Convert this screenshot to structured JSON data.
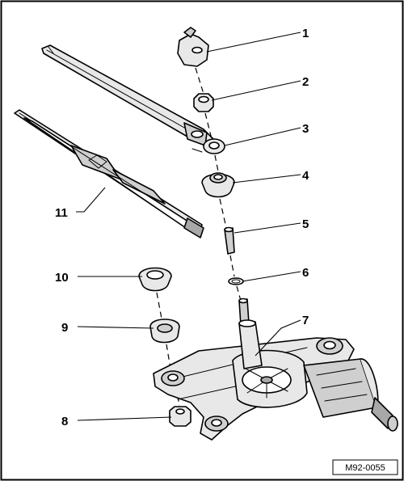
{
  "diagram": {
    "callouts": [
      {
        "id": "c1",
        "text": "1"
      },
      {
        "id": "c2",
        "text": "2"
      },
      {
        "id": "c3",
        "text": "3"
      },
      {
        "id": "c4",
        "text": "4"
      },
      {
        "id": "c5",
        "text": "5"
      },
      {
        "id": "c6",
        "text": "6"
      },
      {
        "id": "c7",
        "text": "7"
      },
      {
        "id": "c8",
        "text": "8"
      },
      {
        "id": "c9",
        "text": "9"
      },
      {
        "id": "c10",
        "text": "10"
      },
      {
        "id": "c11",
        "text": "11"
      }
    ],
    "figure_code": "M92-0055"
  }
}
